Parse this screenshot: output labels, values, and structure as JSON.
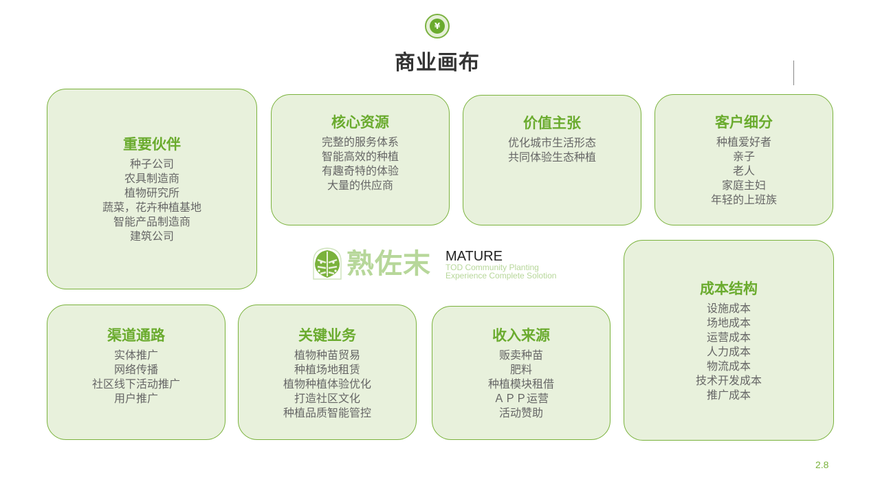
{
  "header": {
    "icon": "yen-coin-icon",
    "icon_glyph": "¥",
    "title": "商业画布"
  },
  "cards": {
    "partners": {
      "title": "重要伙伴",
      "items": [
        "种子公司",
        "农具制造商",
        "植物研究所",
        "蔬菜，花卉种植基地",
        "智能产品制造商",
        "建筑公司"
      ]
    },
    "resources": {
      "title": "核心资源",
      "items": [
        "完整的服务体系",
        "智能高效的种植",
        "有趣奇特的体验",
        "大量的供应商"
      ]
    },
    "value": {
      "title": "价值主张",
      "items": [
        "优化城市生活形态",
        "共同体验生态种植"
      ]
    },
    "segments": {
      "title": "客户细分",
      "items": [
        "种植爱好者",
        "亲子",
        "老人",
        "家庭主妇",
        "年轻的上班族"
      ]
    },
    "cost": {
      "title": "成本结构",
      "items": [
        "设施成本",
        "场地成本",
        "运营成本",
        "人力成本",
        "物流成本",
        "技术开发成本",
        "推广成本"
      ]
    },
    "channels": {
      "title": "渠道通路",
      "items": [
        "实体推广",
        "网络传播",
        "社区线下活动推广",
        "用户推广"
      ]
    },
    "activities": {
      "title": "关键业务",
      "items": [
        "植物种苗贸易",
        "种植场地租赁",
        "植物种植体验优化",
        "打造社区文化",
        "种植品质智能管控"
      ]
    },
    "revenue": {
      "title": "收入来源",
      "items": [
        "贩卖种苗",
        "肥料",
        "种植模块租借",
        "ＡＰＰ运营",
        "活动赞助"
      ]
    }
  },
  "logo": {
    "mark": "monstera-leaf-icon",
    "cn": "熟佐末",
    "en_title": "MATURE",
    "en_line1": "TOD Community Planting",
    "en_line2": "Experience Complete Solotion"
  },
  "footer": {
    "page_number": "2.8"
  },
  "colors": {
    "accent": "#6aab2e",
    "card_bg": "#e8f1dc",
    "card_border": "#7ab23c",
    "text": "#666666",
    "logo_green": "#b7d79a"
  }
}
